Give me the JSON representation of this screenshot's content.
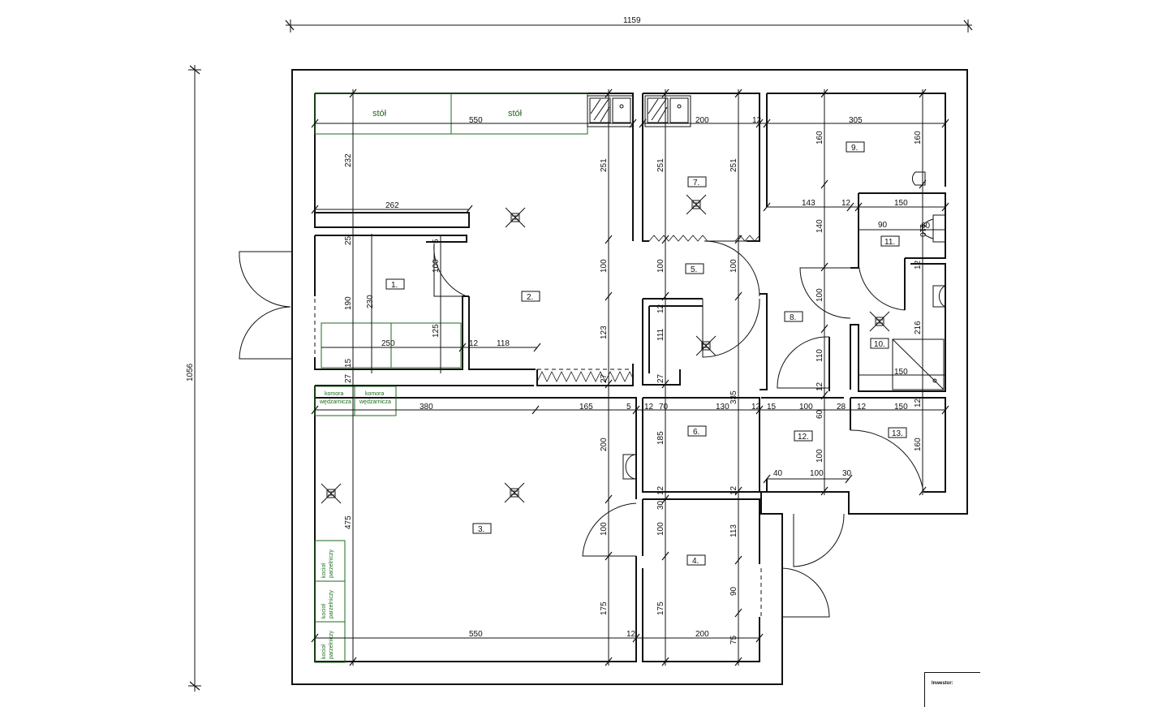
{
  "overall": {
    "width": "1159",
    "height": "1056"
  },
  "furniture": {
    "table": "stół",
    "smoker": [
      "komora",
      "wędzarnicza"
    ],
    "boiler": [
      "kocioł",
      "parzelniczy"
    ]
  },
  "rooms": [
    "1.",
    "2.",
    "3.",
    "4.",
    "5.",
    "6.",
    "7.",
    "8.",
    "9.",
    "10.",
    "11.",
    "12.",
    "13."
  ],
  "dims": {
    "d550a": "550",
    "d200a": "200",
    "d12a": "12",
    "d305": "305",
    "d232": "232",
    "d251a": "251",
    "d251b": "251",
    "d251c": "251",
    "d160a": "160",
    "d160b": "160",
    "d262": "262",
    "d143": "143",
    "d12b": "12",
    "d150a": "150",
    "d140": "140",
    "d90a": "90",
    "d110a": "110",
    "d60a": "60",
    "d25a": "25",
    "d5a": "5",
    "d100a": "100",
    "d100b": "100",
    "d100c": "100",
    "d100d": "100",
    "d12c": "12",
    "d190": "190",
    "d230": "230",
    "d100e": "100",
    "d216": "216",
    "d125": "125",
    "d250": "250",
    "d12d": "12",
    "d118": "118",
    "d123": "123",
    "d12e": "12",
    "d111": "111",
    "d110b": "110",
    "d15a": "15",
    "d27a": "27",
    "d27b": "27",
    "d27c": "27",
    "d150b": "150",
    "d12f": "12",
    "d380": "380",
    "d165": "165",
    "d5b": "5",
    "d12g": "12",
    "d70": "70",
    "d130": "130",
    "d335": "335",
    "d12h": "12",
    "d15b": "15",
    "d100f": "100",
    "d28": "28",
    "d12i": "12",
    "d150c": "150",
    "d12j": "12",
    "d200b": "200",
    "d185": "185",
    "d60b": "60",
    "d160c": "160",
    "d100g": "100",
    "d40": "40",
    "d100h": "100",
    "d30": "30",
    "d475": "475",
    "d12k": "12",
    "d12l": "12",
    "d30b": "30",
    "d100i": "100",
    "d100j": "100",
    "d113": "113",
    "d90b": "90",
    "d175a": "175",
    "d175b": "175",
    "d550b": "550",
    "d12m": "12",
    "d200c": "200",
    "d75": "75"
  },
  "titleblock": {
    "investor": "Inwestor:"
  }
}
